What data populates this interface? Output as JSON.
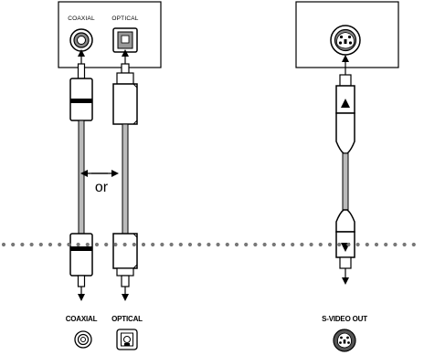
{
  "labels": {
    "panel_left_coaxial": "COAXIAL",
    "panel_left_optical": "OPTICAL",
    "or": "or",
    "bottom_coaxial": "COAXIAL",
    "bottom_optical": "OPTICAL",
    "bottom_svideo": "S-VIDEO OUT"
  },
  "colors": {
    "line": "#000000",
    "background": "#ffffff",
    "dots": "#777777",
    "cable_gray": "#bbbbbb",
    "jack_dark": "#555555"
  }
}
